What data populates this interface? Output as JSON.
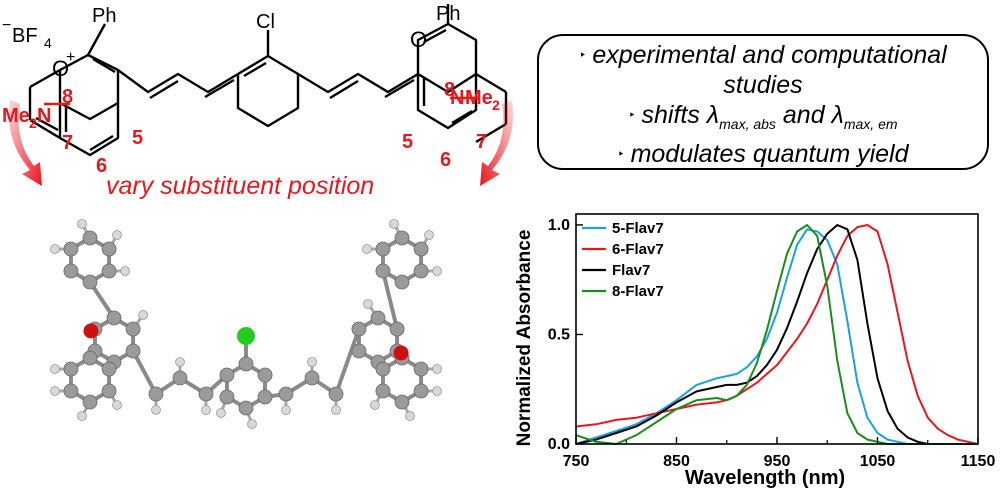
{
  "structure": {
    "counterion": "BF",
    "counterion_sub": "4",
    "charge_minus": "−",
    "charge_plus": "+",
    "phenyl_left": "Ph",
    "phenyl_right": "Ph",
    "oxygen_left": "O",
    "oxygen_right": "O",
    "chloro": "Cl",
    "amine_left_prefix": "Me",
    "amine_left_sub": "2",
    "amine_left_atom": "N",
    "amine_right_prefix": "N",
    "amine_right_suffix": "Me",
    "amine_right_sub": "2",
    "positions_left": [
      "8",
      "7",
      "5",
      "6"
    ],
    "positions_right": [
      "8",
      "7",
      "5",
      "6"
    ],
    "caption": "vary substituent position",
    "colors": {
      "highlight": "#e8161d",
      "bond": "#000000"
    }
  },
  "summary_box": {
    "line1": "experimental and computational",
    "line2": "studies",
    "line3_a": "shifts λ",
    "line3_sub1": "max, abs",
    "line3_b": " and λ",
    "line3_sub2": "max, em",
    "line4": "modulates quantum yield",
    "bullet": "‣"
  },
  "molecule3d": {
    "colors": {
      "carbon": "#9a9a9a",
      "hydrogen": "#d8d8d8",
      "oxygen": "#d01010",
      "chlorine": "#22cc22"
    }
  },
  "chart_data": {
    "type": "line",
    "xlabel": "Wavelength (nm)",
    "ylabel": "Normalized Absorbance",
    "xlim": [
      750,
      1150
    ],
    "ylim": [
      0,
      1.05
    ],
    "xticks": [
      "750",
      "850",
      "950",
      "1050",
      "1150"
    ],
    "yticks": [
      "0.0",
      "0.5",
      "1.0"
    ],
    "legend_position": "top-left",
    "grid": false,
    "x": [
      750,
      770,
      790,
      810,
      830,
      850,
      870,
      890,
      900,
      910,
      920,
      930,
      940,
      950,
      960,
      970,
      980,
      990,
      1000,
      1010,
      1020,
      1030,
      1040,
      1050,
      1060,
      1070,
      1080,
      1090,
      1100,
      1110,
      1120,
      1130,
      1140,
      1150
    ],
    "series": [
      {
        "name": "5-Flav7",
        "color": "#1ba1e2",
        "values": [
          0.0,
          0.03,
          0.06,
          0.09,
          0.14,
          0.2,
          0.27,
          0.3,
          0.31,
          0.32,
          0.35,
          0.4,
          0.48,
          0.6,
          0.76,
          0.91,
          0.98,
          0.97,
          0.93,
          0.82,
          0.56,
          0.28,
          0.12,
          0.05,
          0.02,
          0.01,
          0.0,
          0.0,
          0.0,
          0.0,
          0.0,
          0.0,
          0.0,
          0.0
        ]
      },
      {
        "name": "6-Flav7",
        "color": "#e8161d",
        "values": [
          0.08,
          0.09,
          0.11,
          0.12,
          0.14,
          0.16,
          0.18,
          0.19,
          0.2,
          0.22,
          0.25,
          0.28,
          0.32,
          0.36,
          0.42,
          0.48,
          0.55,
          0.64,
          0.75,
          0.86,
          0.95,
          0.99,
          1.0,
          0.97,
          0.82,
          0.6,
          0.38,
          0.22,
          0.12,
          0.07,
          0.04,
          0.02,
          0.01,
          0.0
        ]
      },
      {
        "name": "Flav7",
        "color": "#000000",
        "values": [
          0.0,
          0.02,
          0.05,
          0.08,
          0.13,
          0.19,
          0.24,
          0.26,
          0.27,
          0.27,
          0.28,
          0.31,
          0.36,
          0.43,
          0.53,
          0.65,
          0.78,
          0.89,
          0.96,
          1.0,
          0.98,
          0.84,
          0.55,
          0.3,
          0.15,
          0.07,
          0.03,
          0.01,
          0.0,
          0.0,
          0.0,
          0.0,
          0.0,
          0.0
        ]
      },
      {
        "name": "8-Flav7",
        "color": "#1b8c1b",
        "values": [
          0.04,
          0.01,
          0.0,
          0.04,
          0.1,
          0.16,
          0.2,
          0.21,
          0.2,
          0.22,
          0.27,
          0.37,
          0.52,
          0.7,
          0.87,
          0.97,
          1.0,
          0.95,
          0.72,
          0.38,
          0.14,
          0.05,
          0.02,
          0.01,
          0.0,
          0.0,
          0.0,
          0.0,
          0.0,
          0.0,
          0.0,
          0.0,
          0.0,
          0.0
        ]
      }
    ]
  }
}
